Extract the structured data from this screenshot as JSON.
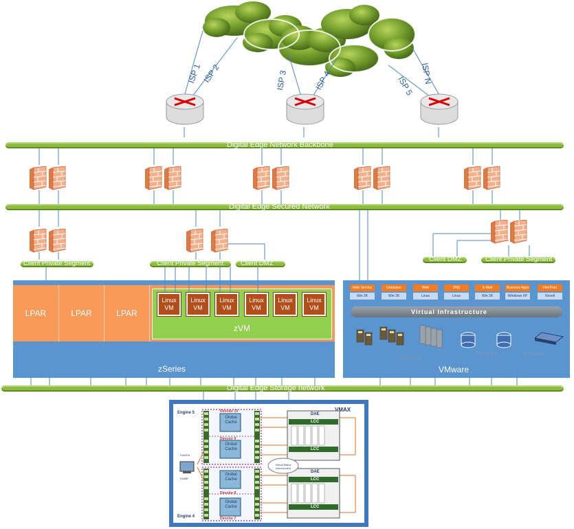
{
  "isps": [
    "ISP 1",
    "ISP 2",
    "ISP 3",
    "ISP 4",
    "ISP 5",
    "ISP N"
  ],
  "networks": {
    "backbone": "Digital Edge Network Backbone",
    "secured": "Digital Edge Secured Network",
    "storage": "Digital Edge Storage network"
  },
  "segments": {
    "client_private_1": "Client Private Segment",
    "client_private_2": "Client Private Segment",
    "client_dmz_1": "Client DMZ",
    "client_dmz_2": "Client DMZ",
    "client_private_3": "Client Private Segment"
  },
  "zseries": {
    "label": "zSeries",
    "lpars": [
      "LPAR",
      "LPAR",
      "LPAR"
    ],
    "zvm_label": "zVM",
    "vms": [
      {
        "os": "Linux",
        "vm": "VM"
      },
      {
        "os": "Linux",
        "vm": "VM"
      },
      {
        "os": "Linux",
        "vm": "VM"
      },
      {
        "os": "Linux",
        "vm": "VM"
      },
      {
        "os": "Linux",
        "vm": "VM"
      },
      {
        "os": "Linux",
        "vm": "VM"
      }
    ]
  },
  "vmware": {
    "label": "VMware",
    "services": [
      {
        "name": "Web Service",
        "os": "Win 2K"
      },
      {
        "name": "Database",
        "os": "Win 2K"
      },
      {
        "name": "Web",
        "os": "Linux"
      },
      {
        "name": "DNS",
        "os": "Linux"
      },
      {
        "name": "E-Mail",
        "os": "Win 2K"
      },
      {
        "name": "Business Apps",
        "os": "Windows XP"
      },
      {
        "name": "File/Print",
        "os": "Novell"
      }
    ],
    "infrastructure": "Virtual Infrastructure",
    "resources": [
      "Compute",
      "Storage",
      "Network"
    ]
  },
  "vmax": {
    "title": "VMAX",
    "engines": [
      "Engine 5",
      "Engine 4"
    ],
    "directors": [
      "Director 10",
      "Director 9",
      "Director 8",
      "Director 7"
    ],
    "cache": "Global Cache",
    "dae": "DAE",
    "lcc": "LCC",
    "fa_labels": [
      "FA09FA",
      "FA08E"
    ],
    "cloud": "Virtual Matrix Interconnect"
  },
  "colors": {
    "bar_green": "#8cbd3f",
    "link_blue": "#4a86c5",
    "lpar_orange": "#f79a5a",
    "zseries_blue": "#5a95d0",
    "zvm_green": "#92d050",
    "vm_brown": "#b34d1a",
    "service_orange": "#f47b1f"
  }
}
